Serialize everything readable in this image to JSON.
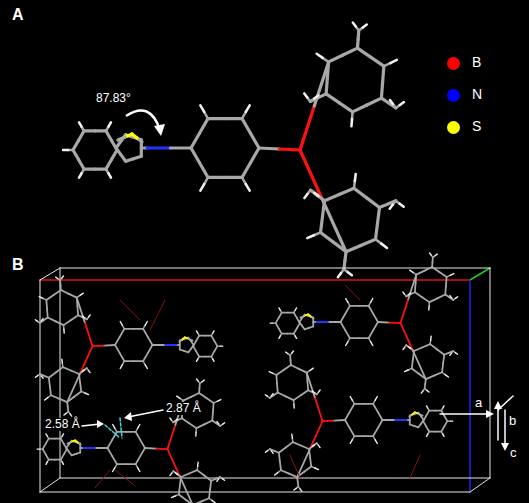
{
  "diagram": {
    "labels": [
      "A",
      "B",
      "87.83°",
      "2.58 Å",
      "2.87 Å",
      "a",
      "b",
      "c"
    ],
    "legend": [
      {
        "text": "B",
        "color": "#ff0000"
      },
      {
        "text": "N",
        "color": "#0000ff"
      },
      {
        "text": "S",
        "color": "#ffff00"
      }
    ]
  }
}
